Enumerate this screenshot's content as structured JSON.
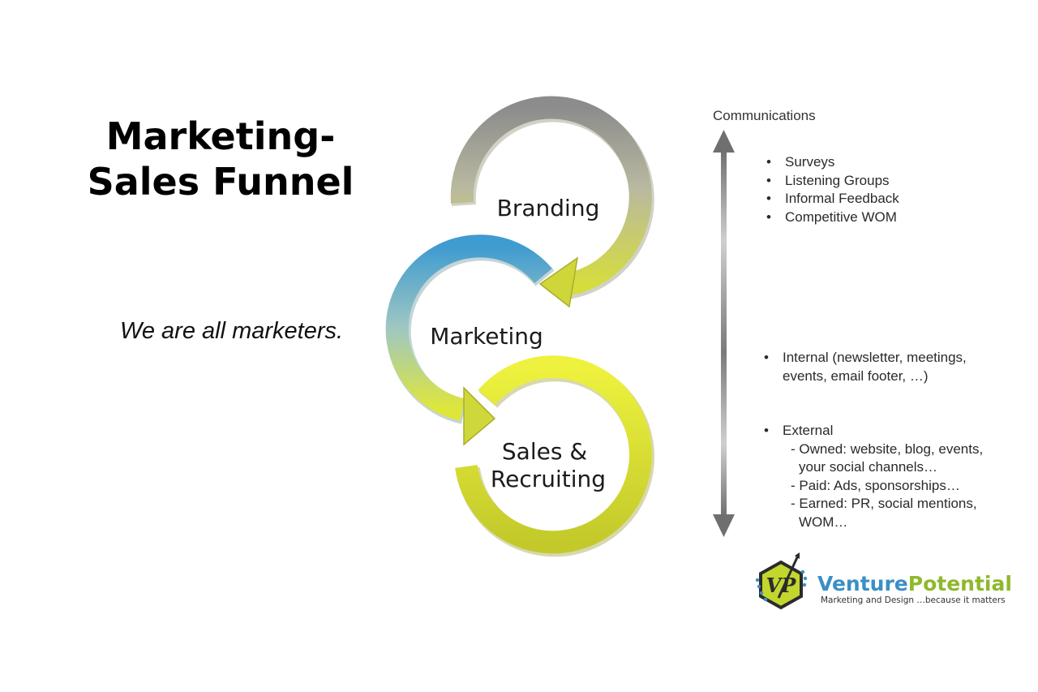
{
  "title": "Marketing-Sales Funnel",
  "tagline": "We are all marketers.",
  "stages": [
    {
      "label_lines": [
        "Branding"
      ],
      "color": "#c7c940"
    },
    {
      "label_lines": [
        "Marketing"
      ],
      "color": "#4aa3cf"
    },
    {
      "label_lines": [
        "Sales &",
        "Recruiting"
      ],
      "color": "#e4ea3b"
    }
  ],
  "communications": {
    "title": "Communications",
    "listening": [
      "Surveys",
      "Listening Groups",
      "Informal Feedback",
      "Competitive WOM"
    ],
    "internal": {
      "lines": [
        "Internal (newsletter, meetings,",
        "events, email footer, …)"
      ]
    },
    "external": {
      "label": "External",
      "items": [
        {
          "lines": [
            "- Owned: website, blog, events,",
            "your social channels…"
          ]
        },
        {
          "lines": [
            "- Paid: Ads, sponsorships…"
          ]
        },
        {
          "lines": [
            "- Earned: PR, social mentions,",
            "WOM…"
          ]
        }
      ]
    }
  },
  "logo": {
    "name_part1": "Venture",
    "name_part2": "Potential",
    "tagline": "Marketing and Design …because it matters",
    "monogram": "VP",
    "colors": {
      "blue": "#3a8fc5",
      "green": "#c2d62e",
      "dark": "#2b2b2b"
    }
  }
}
